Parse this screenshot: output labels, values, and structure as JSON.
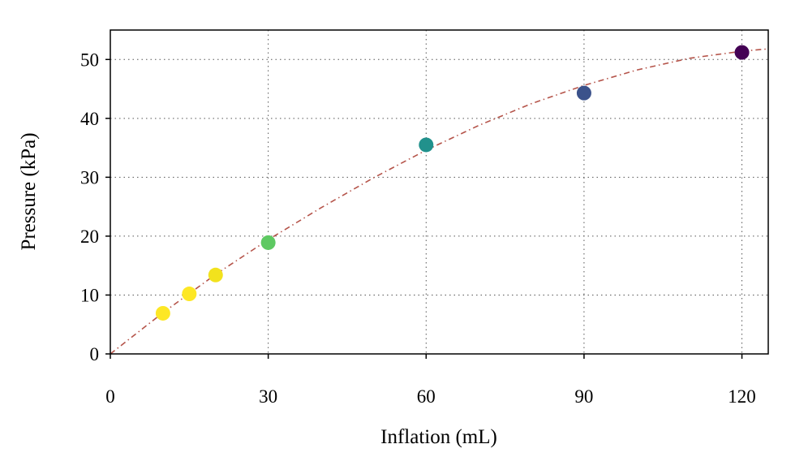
{
  "chart_data": {
    "type": "scatter",
    "xlabel": "Inflation (mL)",
    "ylabel": "Pressure (kPa)",
    "xlim": [
      0,
      125
    ],
    "ylim": [
      0,
      55
    ],
    "xticks": [
      0,
      30,
      60,
      90,
      120
    ],
    "yticks": [
      0,
      10,
      20,
      30,
      40,
      50
    ],
    "grid": true,
    "series": [
      {
        "kind": "points",
        "x": [
          10,
          15,
          20,
          30,
          60,
          90,
          120
        ],
        "y": [
          6.9,
          10.2,
          13.4,
          18.9,
          35.5,
          44.3,
          51.2
        ],
        "colors": [
          "#fde725",
          "#fde725",
          "#f2e21d",
          "#5ec962",
          "#21918c",
          "#3b528b",
          "#440154"
        ]
      },
      {
        "kind": "fit-curve",
        "style": "dash-dot",
        "color": "#b5544a",
        "x": [
          0,
          10,
          20,
          30,
          40,
          50,
          60,
          70,
          80,
          90,
          100,
          110,
          120,
          125
        ],
        "y": [
          0,
          7.0,
          13.5,
          19.4,
          24.8,
          29.9,
          34.6,
          38.8,
          42.5,
          45.6,
          48.2,
          50.2,
          51.4,
          51.8
        ]
      }
    ]
  }
}
